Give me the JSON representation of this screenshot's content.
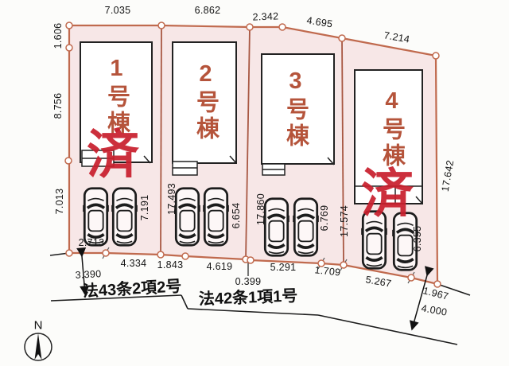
{
  "lots": [
    {
      "id": "1",
      "label": "1号棟",
      "stamp": "済",
      "sold": true,
      "cars": 2
    },
    {
      "id": "2",
      "label": "2号棟",
      "stamp": "",
      "sold": false,
      "cars": 2
    },
    {
      "id": "3",
      "label": "3号棟",
      "stamp": "",
      "sold": false,
      "cars": 2
    },
    {
      "id": "4",
      "label": "4号棟",
      "stamp": "済",
      "sold": true,
      "cars": 2
    }
  ],
  "dimensions": {
    "top": [
      "7.035",
      "6.862",
      "2.342",
      "4.695",
      "7.214"
    ],
    "left": [
      "1.606",
      "8.756",
      "7.013"
    ],
    "right": [
      "17.642"
    ],
    "bottom": [
      "2.713",
      "4.334",
      "1.843",
      "4.619",
      "0.399",
      "5.291",
      "1.709",
      "5.267",
      "1.967"
    ],
    "road": [
      "3.390",
      "4.000"
    ],
    "lot1": [
      "7.191"
    ],
    "lot2": [
      "17.493",
      "6.654"
    ],
    "lot3": [
      "17.860",
      "6.769"
    ],
    "lot4": [
      "17.574",
      "6.355"
    ]
  },
  "legal": {
    "setback_road": "法43条2項2号",
    "front_road": "法42条1項1号"
  },
  "compass": {
    "north": "N"
  },
  "colors": {
    "boundary": "#c06a4e",
    "lot_fill": "#f7e7e7",
    "building_fill": "#ffffff",
    "lot_label": "#b5543b",
    "stamp": "#c9202e",
    "line": "#1c1c1c"
  }
}
